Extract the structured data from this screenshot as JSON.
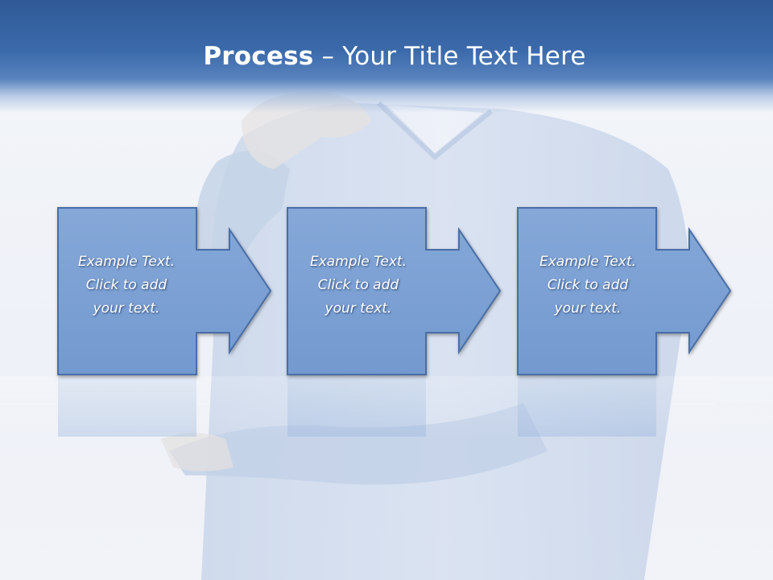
{
  "slide": {
    "title_bold": "Process",
    "title_rest": " – Your Title Text Here",
    "background_image": "person-in-light-blue-sweater-thinking",
    "colors": {
      "title_bar": "#3b6aab",
      "step_fill": "#7ea2d4",
      "step_border": "#4a6ea5",
      "text": "#ffffff"
    }
  },
  "steps": [
    {
      "line1": "Example Text.",
      "line2": "Click  to add",
      "line3": "your text.",
      "icon": "right-arrow-icon"
    },
    {
      "line1": "Example Text.",
      "line2": "Click  to add",
      "line3": "your text.",
      "icon": "right-arrow-icon"
    },
    {
      "line1": "Example Text.",
      "line2": "Click  to add",
      "line3": "your text.",
      "icon": "right-arrow-icon"
    }
  ]
}
